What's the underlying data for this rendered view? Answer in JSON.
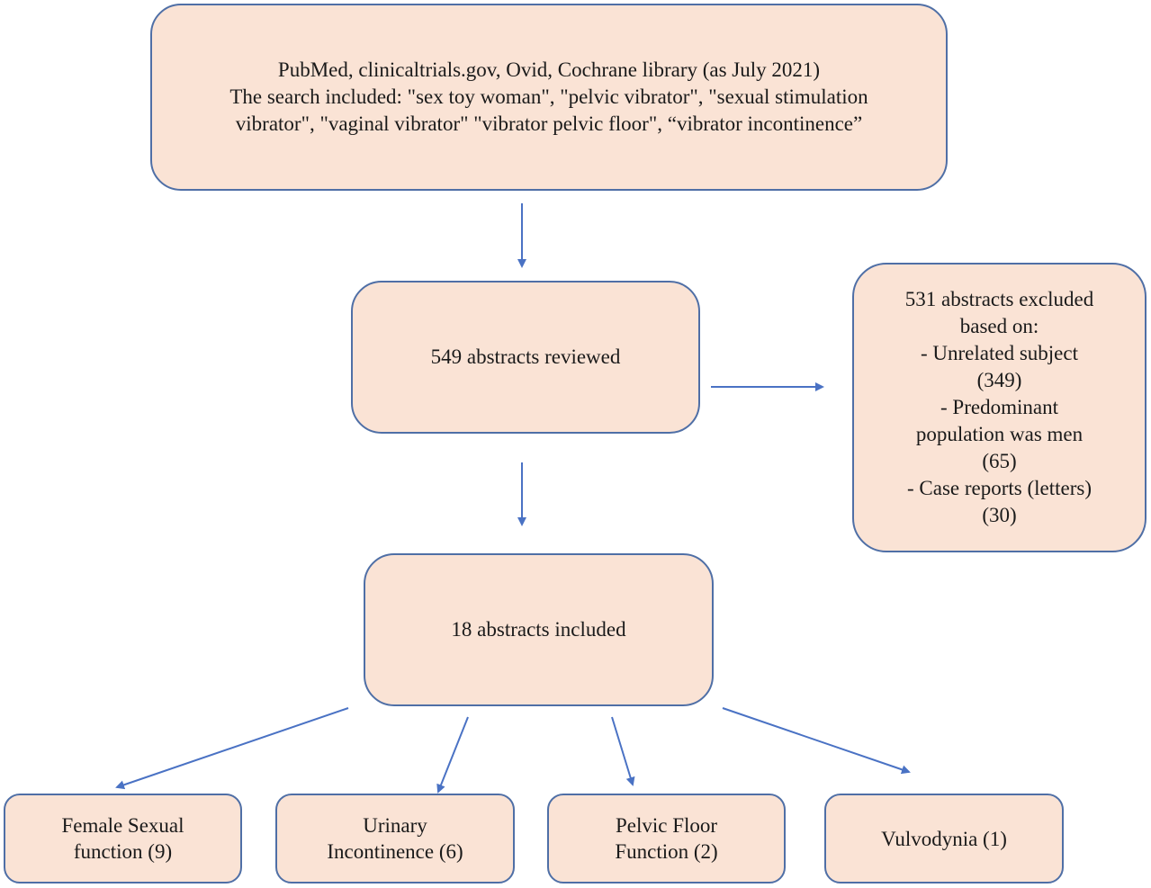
{
  "search": {
    "lines": [
      "PubMed, clinicaltrials.gov, Ovid, Cochrane library (as  July 2021)",
      "The search included: \"sex toy woman\", \"pelvic vibrator\",  \"sexual stimulation",
      "vibrator\", \"vaginal vibrator\" \"vibrator pelvic floor\", “vibrator incontinence”"
    ]
  },
  "reviewed": {
    "text": "549 abstracts reviewed"
  },
  "excluded": {
    "lines": [
      "531 abstracts excluded",
      "based on:",
      "- Unrelated subject",
      "(349)",
      "- Predominant",
      "population was men",
      "(65)",
      "- Case reports (letters)",
      "(30)"
    ]
  },
  "included": {
    "text": "18 abstracts included"
  },
  "categories": [
    {
      "lines": [
        "Female Sexual",
        "function (9)"
      ]
    },
    {
      "lines": [
        "Urinary",
        "Incontinence (6)"
      ]
    },
    {
      "lines": [
        "Pelvic Floor",
        "Function (2)"
      ]
    },
    {
      "lines": [
        "Vulvodynia (1)"
      ]
    }
  ],
  "colors": {
    "box_fill": "#fae3d5",
    "box_border": "#4f6fa6",
    "arrow": "#4a72c4"
  }
}
